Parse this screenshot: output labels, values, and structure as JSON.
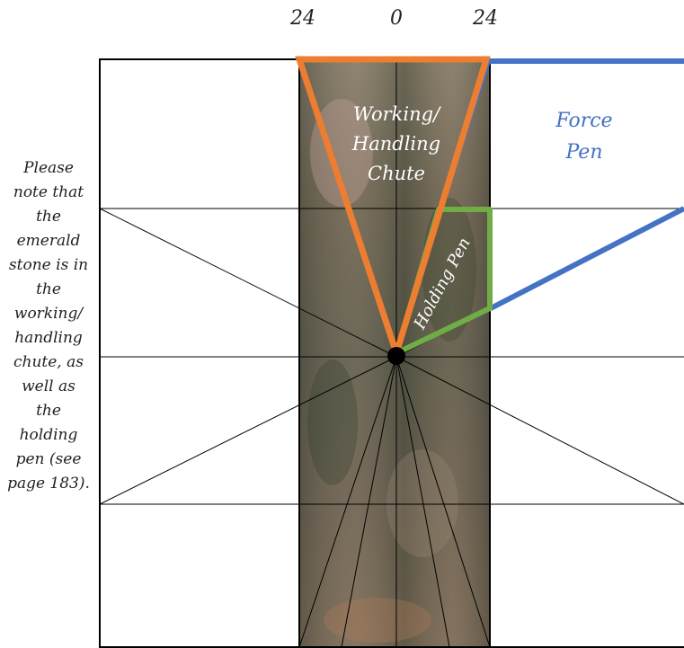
{
  "scale": {
    "left": "24",
    "center": "0",
    "right": "24"
  },
  "note": "Please note that the emerald stone is in the working/ handling chute, as well as the holding pen (see page 183).",
  "zones": {
    "working_chute": {
      "lines": [
        "Working/",
        "Handling",
        "Chute"
      ],
      "color": "#ED7D31"
    },
    "force_pen": {
      "lines": [
        "Force",
        "Pen"
      ],
      "color": "#4472C4"
    },
    "holding_pen": {
      "label": "Holding Pen",
      "color": "#70AD47"
    }
  }
}
